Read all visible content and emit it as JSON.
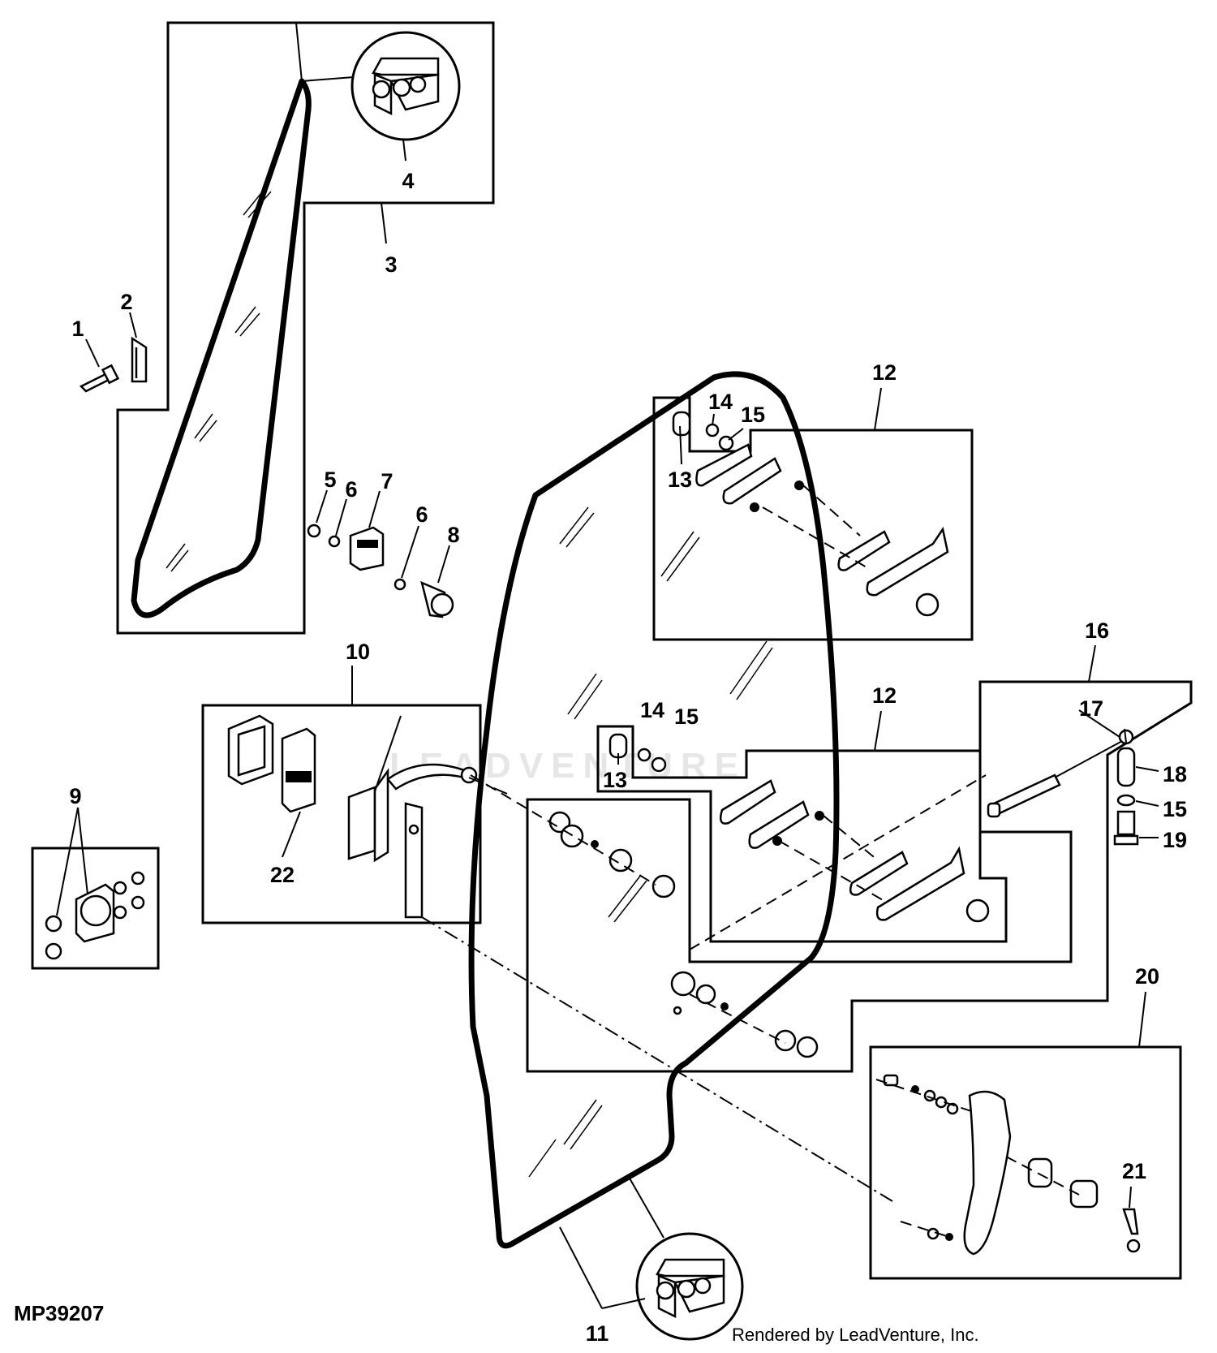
{
  "figure_id": "MP39207",
  "credit": "Rendered by LeadVenture, Inc.",
  "watermark": "LEADVENTURE",
  "callouts": [
    {
      "id": "c1",
      "text": "1"
    },
    {
      "id": "c2",
      "text": "2"
    },
    {
      "id": "c3",
      "text": "3"
    },
    {
      "id": "c4",
      "text": "4"
    },
    {
      "id": "c5",
      "text": "5"
    },
    {
      "id": "c6a",
      "text": "6"
    },
    {
      "id": "c6b",
      "text": "6"
    },
    {
      "id": "c7",
      "text": "7"
    },
    {
      "id": "c8",
      "text": "8"
    },
    {
      "id": "c9",
      "text": "9"
    },
    {
      "id": "c10",
      "text": "10"
    },
    {
      "id": "c11",
      "text": "11"
    },
    {
      "id": "c12a",
      "text": "12"
    },
    {
      "id": "c12b",
      "text": "12"
    },
    {
      "id": "c13a",
      "text": "13"
    },
    {
      "id": "c13b",
      "text": "13"
    },
    {
      "id": "c14a",
      "text": "14"
    },
    {
      "id": "c14b",
      "text": "14"
    },
    {
      "id": "c15a",
      "text": "15"
    },
    {
      "id": "c15b",
      "text": "15"
    },
    {
      "id": "c15c",
      "text": "15"
    },
    {
      "id": "c16",
      "text": "16"
    },
    {
      "id": "c17",
      "text": "17"
    },
    {
      "id": "c18",
      "text": "18"
    },
    {
      "id": "c19",
      "text": "19"
    },
    {
      "id": "c20",
      "text": "20"
    },
    {
      "id": "c21",
      "text": "21"
    },
    {
      "id": "c22",
      "text": "22"
    }
  ]
}
